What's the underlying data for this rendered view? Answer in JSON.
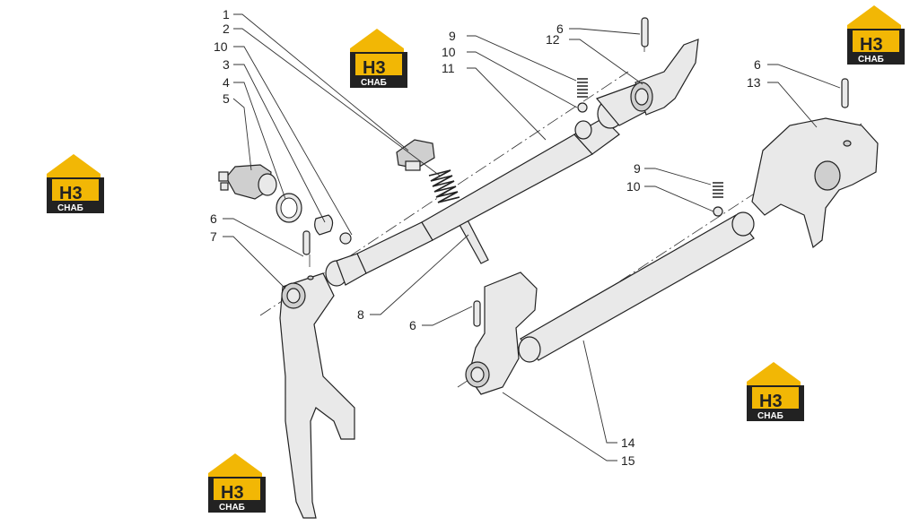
{
  "diagram": {
    "callouts": [
      "1",
      "2",
      "10",
      "3",
      "4",
      "5",
      "6",
      "7",
      "8",
      "6",
      "9",
      "10",
      "11",
      "12",
      "6",
      "13",
      "9",
      "10",
      "6",
      "14",
      "15"
    ]
  },
  "logos": [
    {
      "mark": "H3",
      "name": "CHAБ"
    },
    {
      "mark": "H3",
      "name": "CHAБ"
    },
    {
      "mark": "H3",
      "name": "CHAБ"
    },
    {
      "mark": "H3",
      "name": "CHAБ"
    },
    {
      "mark": "H3",
      "name": "CHAБ"
    }
  ],
  "colors": {
    "logo_yellow": "#f2b705",
    "logo_dark": "#222222",
    "line": "#222222"
  }
}
